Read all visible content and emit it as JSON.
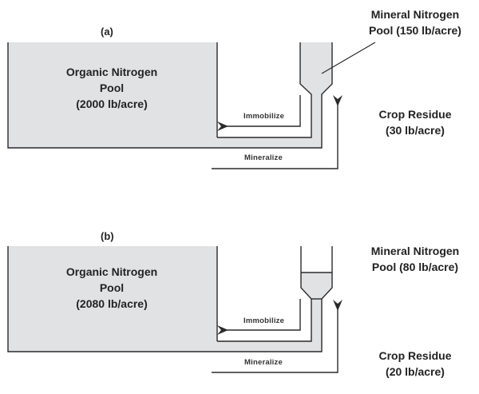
{
  "colors": {
    "fill": "#e1e2e4",
    "stroke": "#2a2a2a",
    "text": "#222222"
  },
  "panels": [
    {
      "id": "a",
      "label": "(a)",
      "organic_pool": {
        "line1": "Organic Nitrogen",
        "line2": "Pool",
        "line3": "(2000 lb/acre)"
      },
      "mineral_pool": {
        "line1": "Mineral Nitrogen",
        "line2": "Pool (150 lb/acre)"
      },
      "crop_residue": {
        "line1": "Crop Residue",
        "line2": "(30 lb/acre)"
      },
      "immobilize_label": "Immobilize",
      "mineralize_label": "Mineralize"
    },
    {
      "id": "b",
      "label": "(b)",
      "organic_pool": {
        "line1": "Organic Nitrogen",
        "line2": "Pool",
        "line3": "(2080 lb/acre)"
      },
      "mineral_pool": {
        "line1": "Mineral Nitrogen",
        "line2": "Pool (80 lb/acre)"
      },
      "crop_residue": {
        "line1": "Crop Residue",
        "line2": "(20 lb/acre)"
      },
      "immobilize_label": "Immobilize",
      "mineralize_label": "Mineralize"
    }
  ]
}
